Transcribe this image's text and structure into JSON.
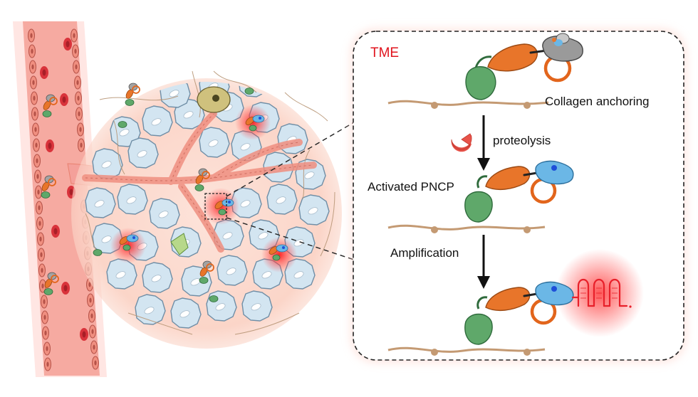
{
  "panel": {
    "title": "TME",
    "labels": {
      "collagen_anchoring": "Collagen anchoring",
      "proteolysis": "proteolysis",
      "activated": "Activated PNCP",
      "amplification": "Amplification"
    }
  },
  "colors": {
    "vessel": "#f4a9a1",
    "vessel_wall": "#e8806f",
    "red_blood_cell": "#d9333b",
    "tumor_cell": "#cfe2ef",
    "tumor_outline": "#6f8ea6",
    "collagen": "#c49a73",
    "protein_green": "#5fa86a",
    "protein_orange": "#e8752a",
    "masked_domain": "#9a9a9a",
    "active_domain": "#6bb7e6",
    "ring": "#e2651c",
    "signal": "#e8202a",
    "protease": "#e8534a",
    "tme_text": "#e0141e"
  }
}
